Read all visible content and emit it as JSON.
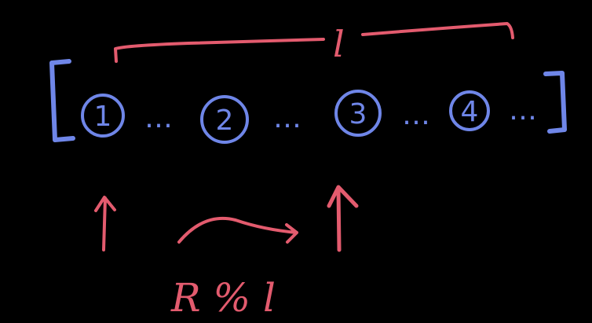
{
  "diagram": {
    "length_symbol": "l",
    "elements": [
      {
        "label": "1",
        "ellipsis": "…"
      },
      {
        "label": "2",
        "ellipsis": "…"
      },
      {
        "label": "3",
        "ellipsis": "…"
      },
      {
        "label": "4",
        "ellipsis": "…"
      }
    ],
    "shift_label": "R % l",
    "colors": {
      "background": "#000000",
      "array": "#6f86e8",
      "annotation": "#e35b6e"
    }
  }
}
